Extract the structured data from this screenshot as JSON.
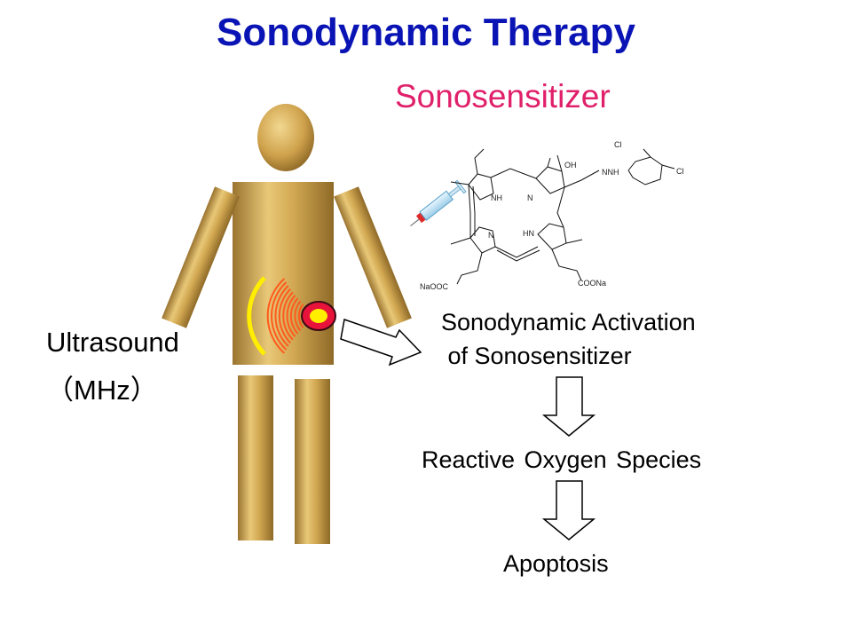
{
  "title": "Sonodynamic Therapy",
  "sensitizer_label": "Sonosensitizer",
  "ultrasound": {
    "label": "Ultrasound",
    "unit": "（MHz）"
  },
  "flow": {
    "activation_line1": "Sonodynamic Activation",
    "activation_line2": " of Sonosensitizer",
    "ros": "Reactive Oxygen Species",
    "apoptosis": "Apoptosis"
  },
  "molecule_labels": {
    "cl_top": "Cl",
    "cl_right": "Cl",
    "oh": "OH",
    "nnh": "NNH",
    "nh": "NH",
    "n_top": "N",
    "n_bottom": "N",
    "hn": "HN",
    "naooc": "NaOOC",
    "coona": "COONa"
  },
  "colors": {
    "title": "#0a14b4",
    "sensitizer": "#e0206a",
    "body_gold": "#c9a04a",
    "wave_red": "#ff5a1e",
    "wave_yellow": "#ffee00",
    "target_red": "#e8133a"
  }
}
